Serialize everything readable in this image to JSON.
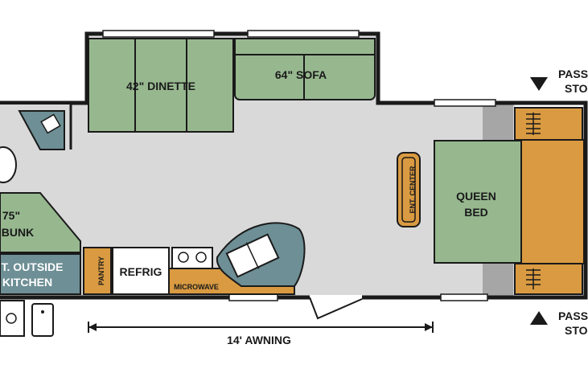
{
  "colors": {
    "floor": "#d9d9d9",
    "green": "#97b88f",
    "orange": "#d99a41",
    "teal": "#6d8f95",
    "wall": "#1a1a1a",
    "white": "#ffffff",
    "grey": "#a6a6a6"
  },
  "labels": {
    "dinette": "42\" DINETTE",
    "sofa": "64\" SOFA",
    "bunk_size": "75\"",
    "bunk": "BUNK",
    "outside_kitchen_1": "T. OUTSIDE",
    "outside_kitchen_2": "KITCHEN",
    "pantry": "PANTRY",
    "refrig": "REFRIG",
    "microwave": "MICROWAVE",
    "ent_center": "ENT. CENTER",
    "queen_1": "QUEEN",
    "queen_2": "BED",
    "awning": "14' AWNING",
    "pass_top_1": "PASS",
    "pass_top_2": "STO",
    "pass_bottom_1": "PASS",
    "pass_bottom_2": "STO"
  },
  "icons": {
    "arrow_down": "triangle-down-icon",
    "arrow_up": "triangle-up-icon"
  }
}
